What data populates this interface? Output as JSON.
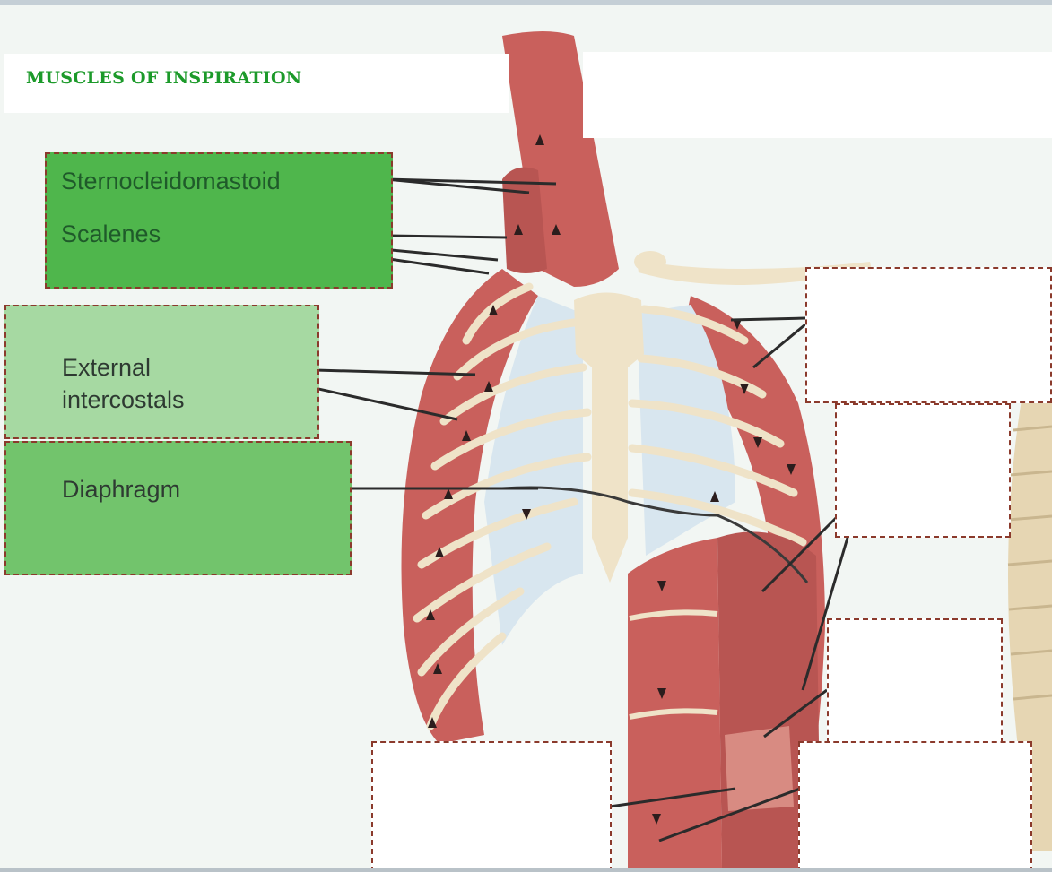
{
  "title": "MUSCLES OF INSPIRATION",
  "labels": {
    "sternocleidomastoid": "Sternocleidomastoid",
    "scalenes": "Scalenes",
    "external_line1": "External",
    "external_line2": "intercostals",
    "diaphragm": "Diaphragm"
  },
  "blank_labels": [
    {
      "name": "blank-label-upper-right",
      "text": ""
    },
    {
      "name": "blank-label-mid-right",
      "text": ""
    },
    {
      "name": "blank-label-lower-right",
      "text": ""
    },
    {
      "name": "blank-label-bottom-center",
      "text": ""
    },
    {
      "name": "blank-label-bottom-right",
      "text": ""
    }
  ],
  "colors": {
    "title": "#1c9a2a",
    "muscle": "#c9605c",
    "bone": "#efe3c8",
    "cartilage": "#d8e6ef",
    "box_border": "#8b3a2c",
    "leader_line": "#2b2b2b"
  }
}
